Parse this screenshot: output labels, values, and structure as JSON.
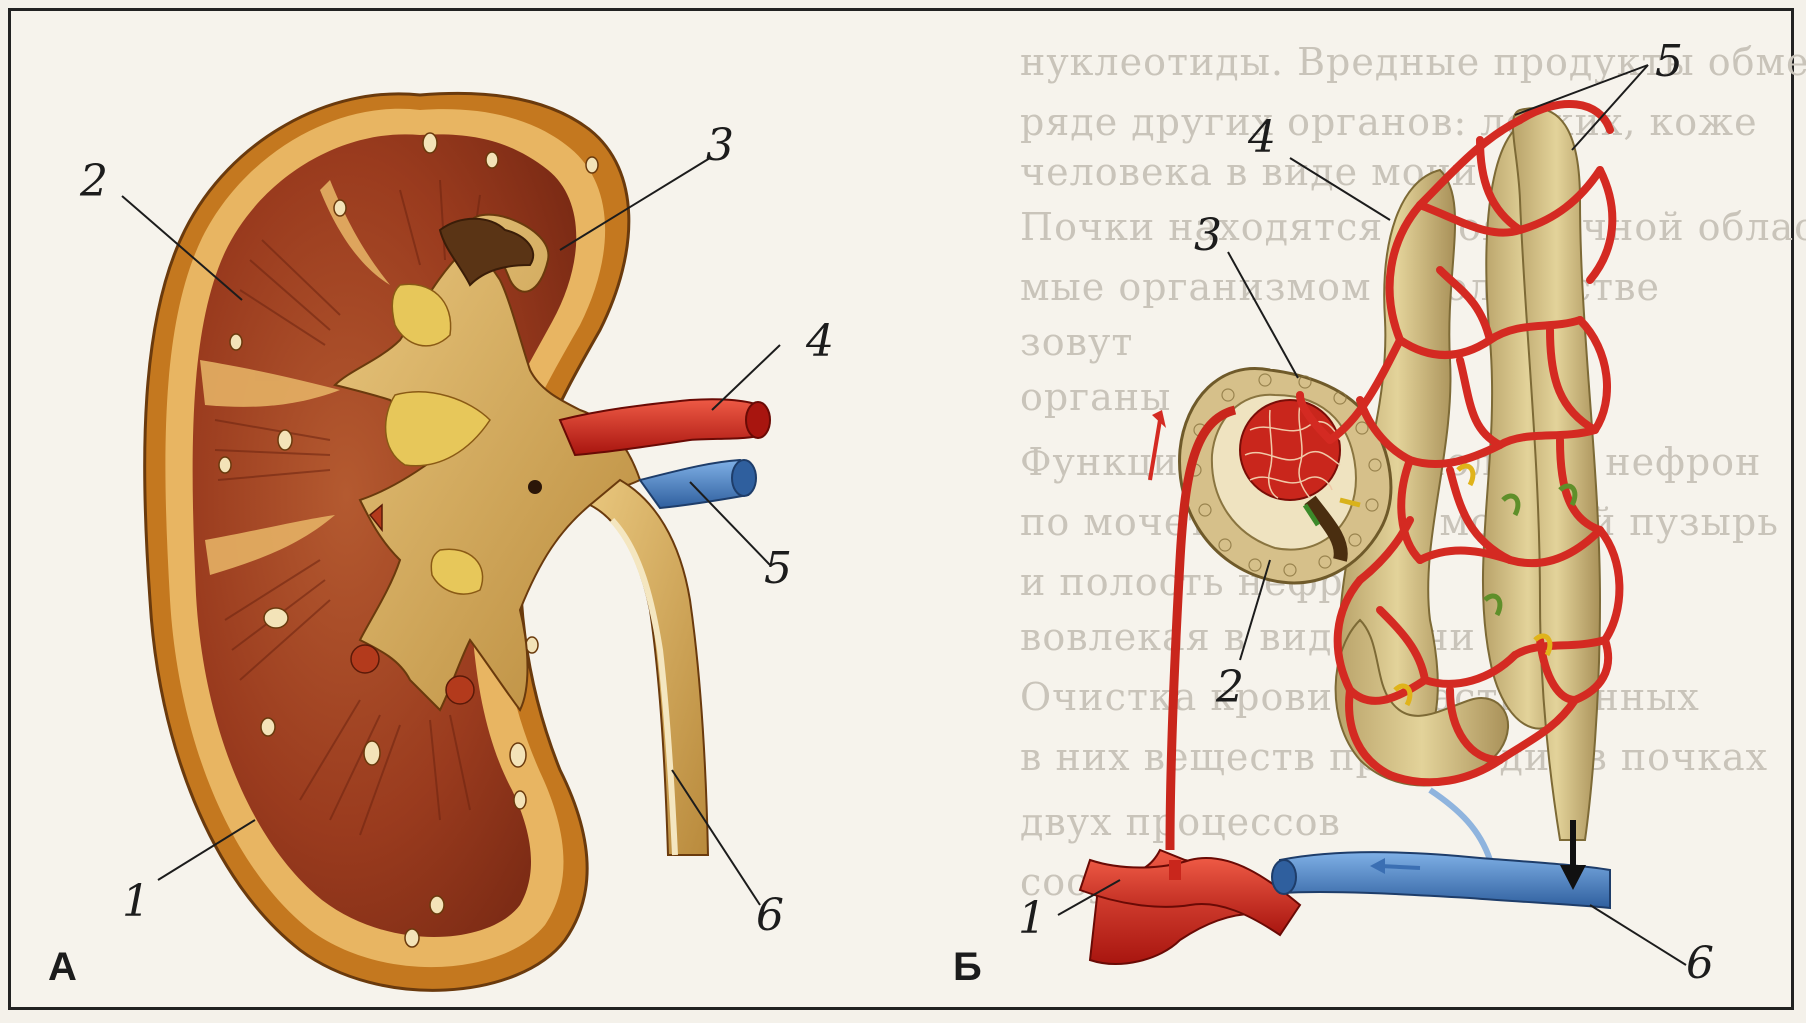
{
  "panels": {
    "left": "А",
    "right": "Б"
  },
  "kidney_labels": [
    "1",
    "2",
    "3",
    "4",
    "5",
    "6"
  ],
  "nephron_labels": [
    "1",
    "2",
    "3",
    "4",
    "5",
    "6"
  ],
  "background_text": [
    "нуклеотиды. Вредные продукты обмена",
    "ряде других органов: легких, коже",
    "человека в виде мочи",
    "Почки находятся в поясничной области",
    "мые организмом в количестве",
    "зовут",
    "органы",
    "Функцию почки выполняет нефрон",
    "по мочеточникам в мочевой пузырь",
    "и полость нефрона",
    "вовлекая в виде мочи",
    "Очистка крови от растворённых",
    "в них веществ происходит в почках",
    "двух процессов",
    "сосудов"
  ],
  "colors": {
    "artery": "#d42a22",
    "vein": "#4a83c9",
    "cortex": "#e3b05a",
    "medulla": "#9b3a1f",
    "ureter": "#e8cb86"
  }
}
